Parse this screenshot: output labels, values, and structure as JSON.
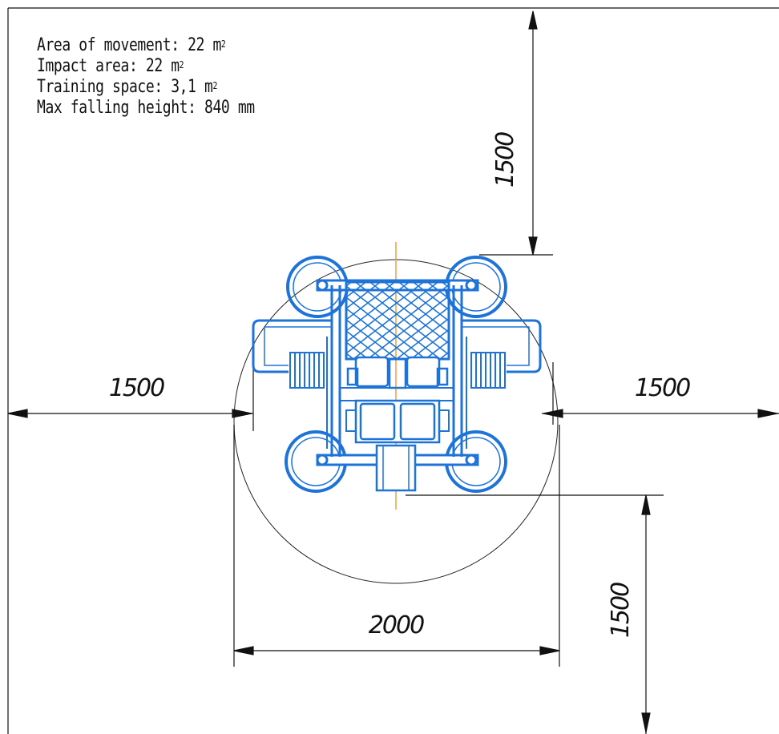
{
  "specs": {
    "area_of_movement_label": "Area of movement: 22 m",
    "impact_area_label": "Impact area: 22 m",
    "training_space_label": "Training space: 3,1 m",
    "max_falling_height_label": "Max falling height: 840 mm",
    "superscript": "2"
  },
  "dimensions": {
    "top": "1500",
    "left": "1500",
    "right": "1500",
    "bottom": "1500",
    "diameter": "2000"
  },
  "colors": {
    "equipment": "#1e73d8",
    "lines": "#111111",
    "center_axis": "#f0a040"
  }
}
